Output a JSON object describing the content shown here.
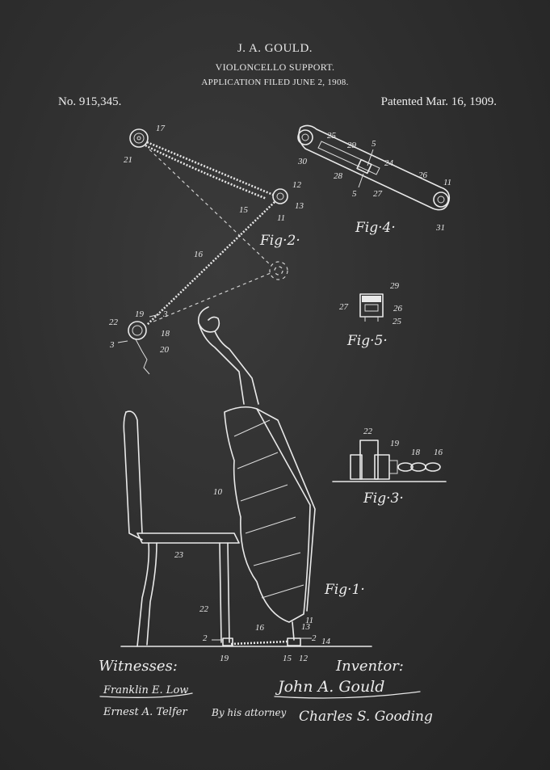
{
  "header": {
    "inventor": "J. A. GOULD.",
    "title": "VIOLONCELLO SUPPORT.",
    "filed": "APPLICATION FILED JUNE 2, 1908.",
    "patent_number": "No. 915,345.",
    "patent_date": "Patented Mar. 16, 1909."
  },
  "figures": {
    "fig1": "Fig·1·",
    "fig2": "Fig·2·",
    "fig3": "Fig·3·",
    "fig4": "Fig·4·",
    "fig5": "Fig·5·"
  },
  "labels": {
    "fig2": [
      "17",
      "21",
      "12",
      "13",
      "15",
      "11",
      "16",
      "19",
      "22",
      "3",
      "18",
      "3",
      "20"
    ],
    "fig4": [
      "25",
      "29",
      "5",
      "30",
      "28",
      "24",
      "26",
      "11",
      "5",
      "27",
      "31"
    ],
    "fig5": [
      "29",
      "27",
      "26",
      "25"
    ],
    "fig3": [
      "22",
      "19",
      "18",
      "16"
    ],
    "fig1": [
      "10",
      "23",
      "22",
      "13",
      "11",
      "2",
      "16",
      "2",
      "14",
      "19",
      "15",
      "12"
    ]
  },
  "footer": {
    "witnesses_label": "Witnesses:",
    "inventor_label": "Inventor:",
    "witness1": "Franklin E. Low",
    "witness2": "Ernest A. Telfer",
    "inventor_signature": "John A. Gould",
    "attorney_prefix": "By his attorney",
    "attorney_signature": "Charles S. Gooding"
  },
  "colors": {
    "background": "#2f2f2f",
    "ink": "#e9e9e9"
  }
}
